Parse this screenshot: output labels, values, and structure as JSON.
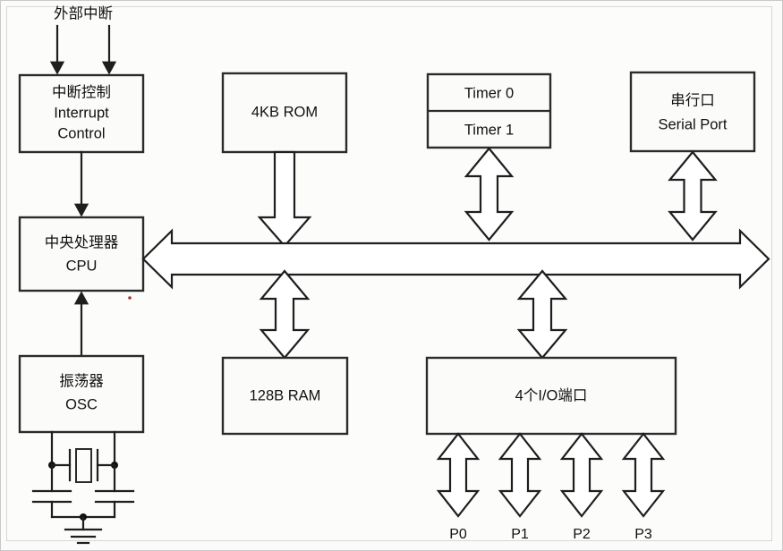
{
  "diagram": {
    "title_text": "外部中断",
    "blocks": {
      "interrupt": {
        "line1": "中断控制",
        "line2": "Interrupt",
        "line3": "Control"
      },
      "rom": {
        "line1": "4KB ROM"
      },
      "timer0": {
        "line1": "Timer 0"
      },
      "timer1": {
        "line1": "Timer 1"
      },
      "serial": {
        "line1": "串行口",
        "line2": "Serial Port"
      },
      "cpu": {
        "line1": "中央处理器",
        "line2": "CPU"
      },
      "ram": {
        "line1": "128B RAM"
      },
      "io": {
        "line1": "4个I/O端口"
      },
      "osc": {
        "line1": "振荡器",
        "line2": "OSC"
      }
    },
    "ports": [
      {
        "label": "P0"
      },
      {
        "label": "P1"
      },
      {
        "label": "P2"
      },
      {
        "label": "P3"
      }
    ],
    "colors": {
      "stroke": "#1e1e1e",
      "block_fill": "#fbfbfa",
      "page_bg": "#fbfbfa",
      "frame_border": "#c9c9c9"
    }
  }
}
